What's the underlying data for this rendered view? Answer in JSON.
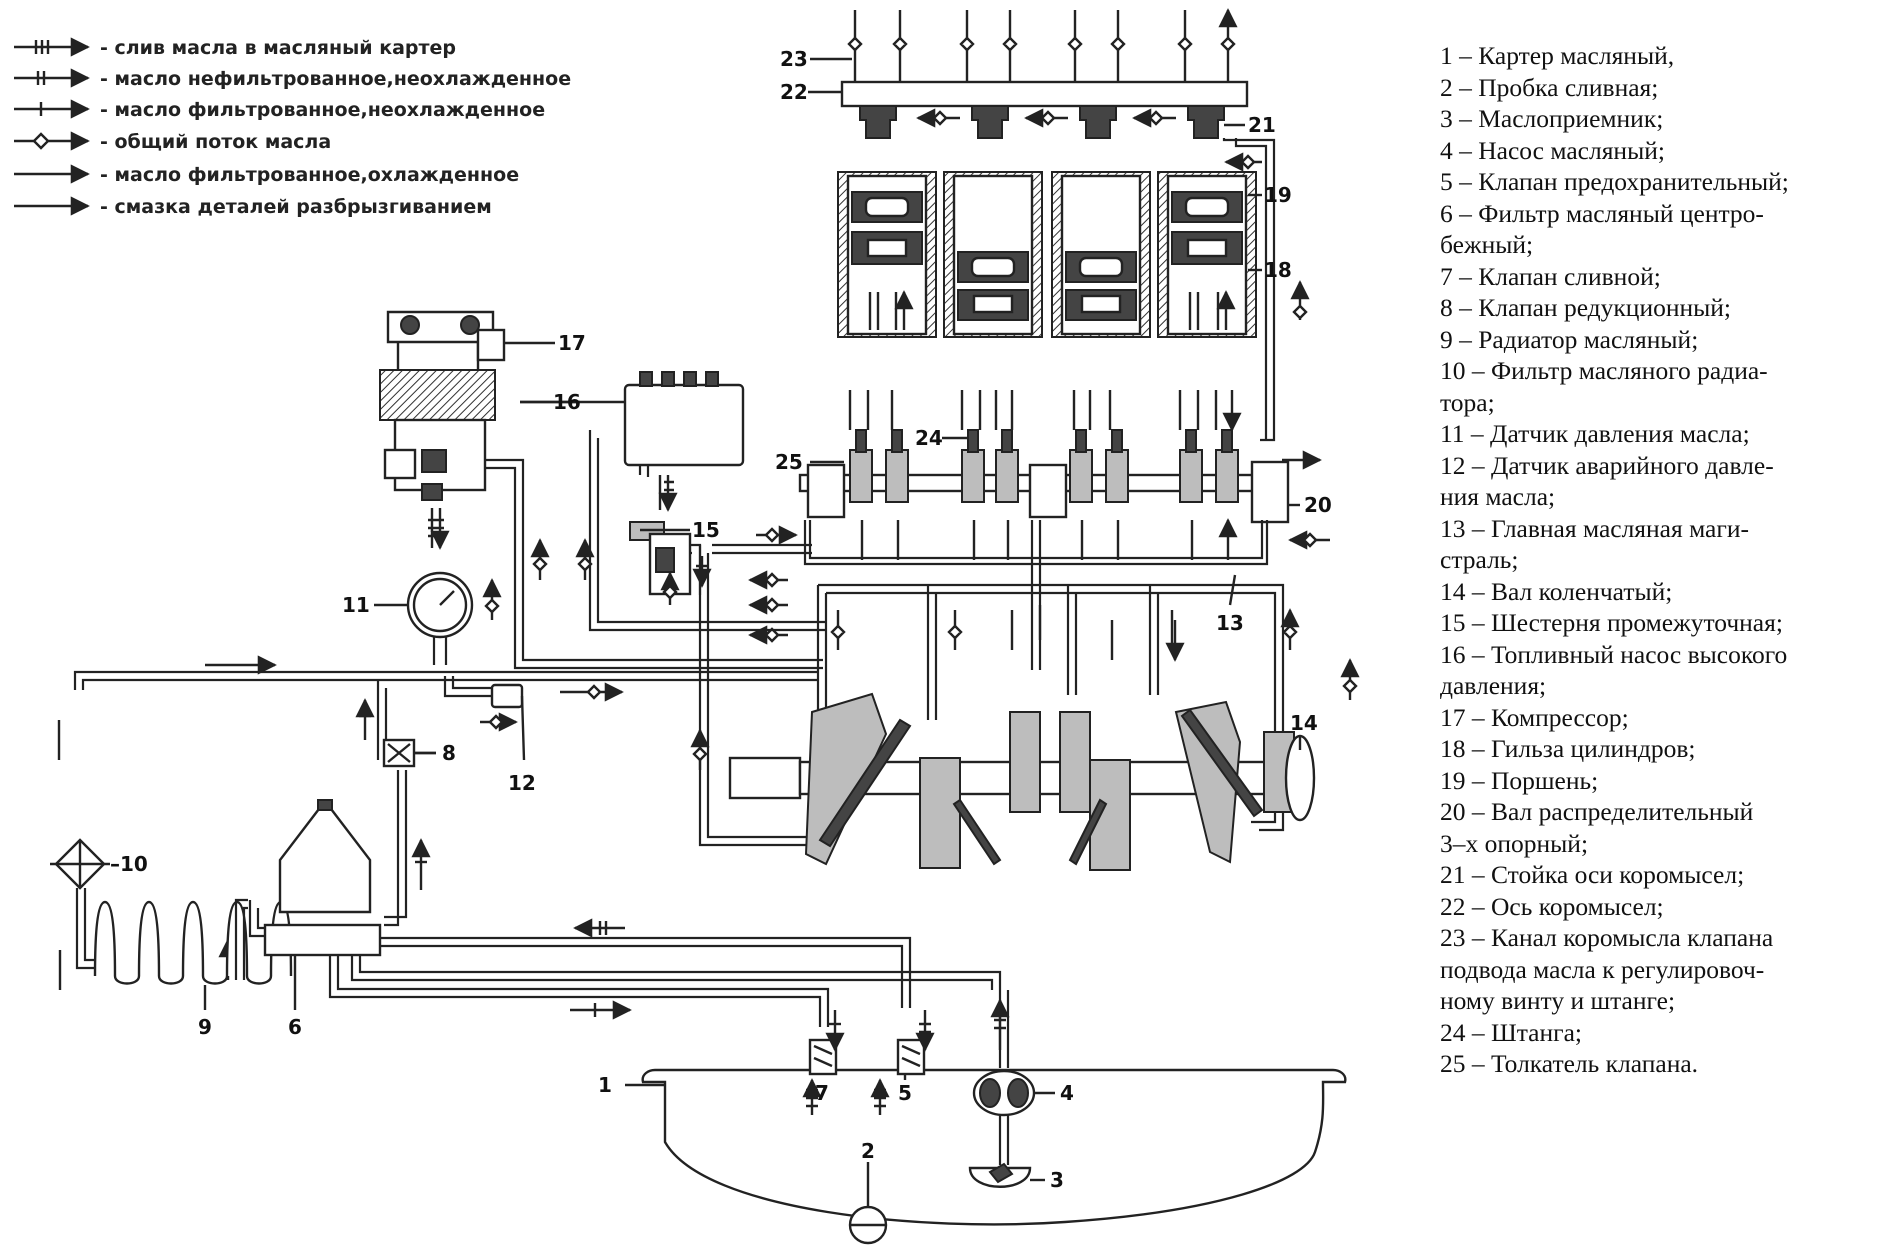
{
  "legend": [
    {
      "glyph": "triple-tick",
      "label": "- слив масла в масляный картер"
    },
    {
      "glyph": "double-tick",
      "label": "- масло нефильтрованное,неохлажденное"
    },
    {
      "glyph": "single-tick",
      "label": "- масло фильтрованное,неохлажденное"
    },
    {
      "glyph": "diamond",
      "label": "- общий поток масла"
    },
    {
      "glyph": "plain",
      "label": "- масло фильтрованное,охлажденное"
    },
    {
      "glyph": "plain",
      "label": "- смазка деталей разбрызгиванием"
    }
  ],
  "callouts": {
    "c1": "1",
    "c2": "2",
    "c3": "3",
    "c4": "4",
    "c5": "5",
    "c6": "6",
    "c7": "7",
    "c8": "8",
    "c9": "9",
    "c10": "–10",
    "c11": "11",
    "c12": "12",
    "c13": "13",
    "c14": "14",
    "c15": "15",
    "c16": "16",
    "c17": "17",
    "c18": "18",
    "c19": "19",
    "c20": "20",
    "c21": "21",
    "c22": "22",
    "c23": "23",
    "c24": "24",
    "c25": "25"
  },
  "parts_list": [
    "1 – Картер масляный,",
    "2 – Пробка сливная;",
    "3 – Маслоприемник;",
    "4 – Насос масляный;",
    "5 – Клапан предохранительный;",
    "6 – Фильтр масляный центро-",
    "бежный;",
    "7 – Клапан сливной;",
    "8 – Клапан редукционный;",
    "9 – Радиатор масляный;",
    "10 – Фильтр масляного радиа-",
    "тора;",
    "11 – Датчик давления масла;",
    "12 – Датчик аварийного давле-",
    "ния масла;",
    "13 – Главная масляная маги-",
    "страль;",
    "14 – Вал коленчатый;",
    "15 – Шестерня промежуточная;",
    "16 – Топливный насос высокого",
    "давления;",
    "17 – Компрессор;",
    "18 – Гильза цилиндров;",
    "19 – Поршень;",
    "20 – Вал распределительный",
    "3–х опорный;",
    "21 – Стойка оси коромысел;",
    "22 – Ось коромысел;",
    "23 – Канал коромысла клапана",
    "подвода масла к регулировоч-",
    "ному винту и штанге;",
    "24 – Штанга;",
    "25 – Толкатель клапана."
  ]
}
